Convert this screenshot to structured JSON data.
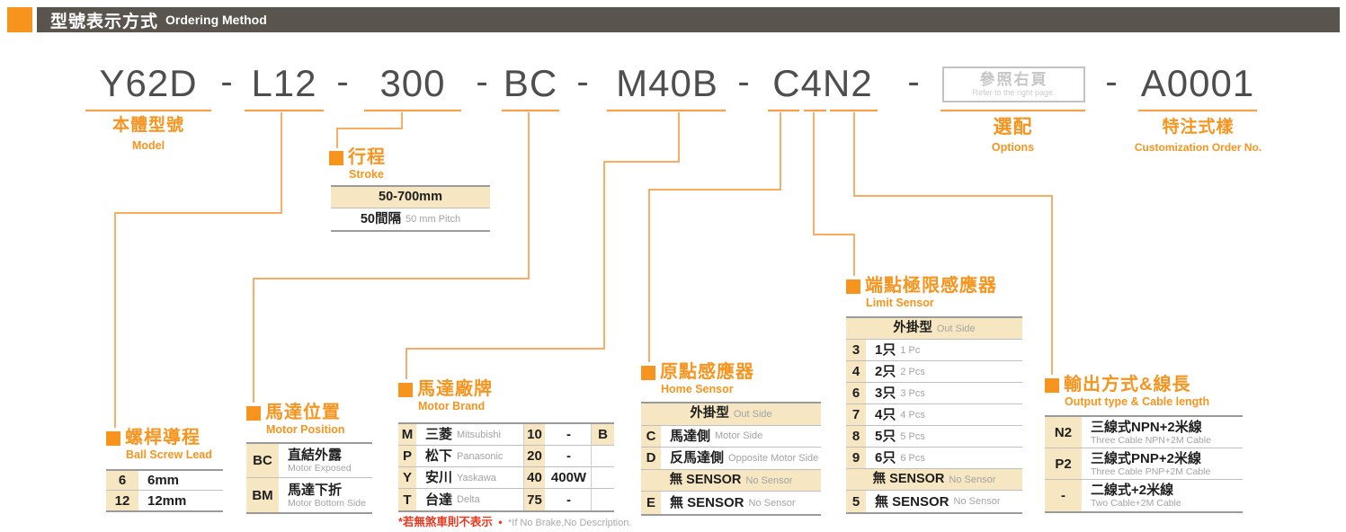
{
  "colors": {
    "accent": "#F7941E",
    "connector_line": "#F6A04B",
    "beige_cell": "#F6E7C2",
    "header_bar": "#59544E",
    "code_text": "#4E4E4E",
    "muted_text": "#A3A3A3",
    "note_red": "#E83820"
  },
  "header": {
    "title_zh": "型號表示方式",
    "title_en": "Ordering Method"
  },
  "code": {
    "separator": "-",
    "segments": [
      "Y62D",
      "L12",
      "300",
      "BC",
      "M40B",
      "C4N2"
    ],
    "options_box": {
      "zh": "參照右頁",
      "en": "Refer to the right page."
    },
    "suffix": "A0001",
    "labels": {
      "model": {
        "zh": "本體型號",
        "en": "Model"
      },
      "options": {
        "zh": "選配",
        "en": "Options"
      },
      "customization": {
        "zh": "特注式樣",
        "en": "Customization Order No."
      }
    }
  },
  "sections": {
    "stroke": {
      "title_zh": "行程",
      "title_en": "Stroke",
      "rows": [
        {
          "kind": "span",
          "bg": "beige",
          "zh": "50-700mm",
          "en": ""
        },
        {
          "kind": "span",
          "bg": "white",
          "zh": "50間隔",
          "en": "50 mm Pitch"
        }
      ]
    },
    "ball_screw_lead": {
      "title_zh": "螺桿導程",
      "title_en": "Ball Screw Lead",
      "rows": [
        {
          "code": "6",
          "zh": "6mm",
          "en": ""
        },
        {
          "code": "12",
          "zh": "12mm",
          "en": ""
        }
      ]
    },
    "motor_position": {
      "title_zh": "馬達位置",
      "title_en": "Motor Position",
      "rows": [
        {
          "code": "BC",
          "zh": "直結外露",
          "en": "Motor Exposed"
        },
        {
          "code": "BM",
          "zh": "馬達下折",
          "en": "Motor Bottom Side"
        }
      ]
    },
    "motor_brand": {
      "title_zh": "馬達廠牌",
      "title_en": "Motor Brand",
      "rows": [
        {
          "code": "M",
          "zh": "三菱",
          "en": "Mitsubishi",
          "power": "10",
          "watt": "-",
          "brake": "B"
        },
        {
          "code": "P",
          "zh": "松下",
          "en": "Panasonic",
          "power": "20",
          "watt": "-",
          "brake": ""
        },
        {
          "code": "Y",
          "zh": "安川",
          "en": "Yaskawa",
          "power": "40",
          "watt": "400W",
          "brake": ""
        },
        {
          "code": "T",
          "zh": "台達",
          "en": "Delta",
          "power": "75",
          "watt": "-",
          "brake": ""
        }
      ],
      "note_zh": "*若無煞車則不表示",
      "note_sep": "•",
      "note_en": "*If No Brake,No Description."
    },
    "home_sensor": {
      "title_zh": "原點感應器",
      "title_en": "Home Sensor",
      "rows": [
        {
          "kind": "span",
          "bg": "beige",
          "zh": "外掛型",
          "en": "Out Side"
        },
        {
          "code": "C",
          "zh": "馬達側",
          "en": "Motor Side"
        },
        {
          "code": "D",
          "zh": "反馬達側",
          "en": "Opposite Motor Side"
        },
        {
          "kind": "span",
          "bg": "beige",
          "zh": "無 SENSOR",
          "en": "No Sensor"
        },
        {
          "code": "E",
          "zh": "無 SENSOR",
          "en": "No Sensor"
        }
      ]
    },
    "limit_sensor": {
      "title_zh": "端點極限感應器",
      "title_en": "Limit Sensor",
      "rows": [
        {
          "kind": "span",
          "bg": "beige",
          "zh": "外掛型",
          "en": "Out Side"
        },
        {
          "code": "3",
          "zh": "1只",
          "en": "1 Pc"
        },
        {
          "code": "4",
          "zh": "2只",
          "en": "2 Pcs"
        },
        {
          "code": "6",
          "zh": "3只",
          "en": "3 Pcs"
        },
        {
          "code": "7",
          "zh": "4只",
          "en": "4 Pcs"
        },
        {
          "code": "8",
          "zh": "5只",
          "en": "5 Pcs"
        },
        {
          "code": "9",
          "zh": "6只",
          "en": "6 Pcs"
        },
        {
          "kind": "span",
          "bg": "beige",
          "zh": "無 SENSOR",
          "en": "No Sensor"
        },
        {
          "code": "5",
          "zh": "無 SENSOR",
          "en": "No Sensor"
        }
      ]
    },
    "output_cable": {
      "title_zh": "輸出方式&線長",
      "title_en": "Output type & Cable length",
      "rows": [
        {
          "code": "N2",
          "zh": "三線式NPN+2米線",
          "en": "Three Cable NPN+2M Cable"
        },
        {
          "code": "P2",
          "zh": "三線式PNP+2米線",
          "en": "Three Cable PNP+2M Cable"
        },
        {
          "code": "-",
          "zh": "二線式+2米線",
          "en": "Two Cable+2M Cable"
        }
      ]
    }
  }
}
